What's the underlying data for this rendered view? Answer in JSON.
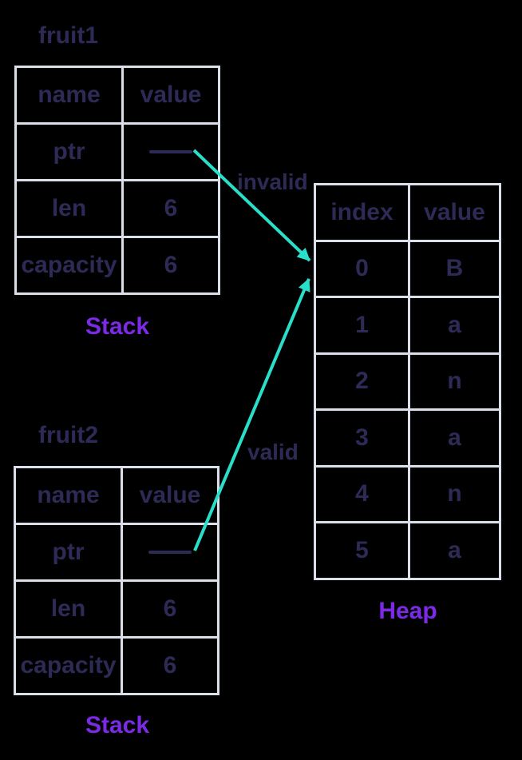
{
  "colors": {
    "background": "#000000",
    "text_navy": "#2d2a56",
    "label_purple": "#7c2ae8",
    "arrow_teal": "#29dfca",
    "table_border": "#dbdfe9"
  },
  "stack1": {
    "title": "fruit1",
    "headers": [
      "name",
      "value"
    ],
    "rows": [
      {
        "name": "ptr",
        "value_icon": "pointer-dash-icon"
      },
      {
        "name": "len",
        "value": "6"
      },
      {
        "name": "capacity",
        "value": "6"
      }
    ],
    "caption": "Stack"
  },
  "stack2": {
    "title": "fruit2",
    "headers": [
      "name",
      "value"
    ],
    "rows": [
      {
        "name": "ptr",
        "value_icon": "pointer-dash-icon"
      },
      {
        "name": "len",
        "value": "6"
      },
      {
        "name": "capacity",
        "value": "6"
      }
    ],
    "caption": "Stack"
  },
  "heap": {
    "headers": [
      "index",
      "value"
    ],
    "rows": [
      [
        "0",
        "B"
      ],
      [
        "1",
        "a"
      ],
      [
        "2",
        "n"
      ],
      [
        "3",
        "a"
      ],
      [
        "4",
        "n"
      ],
      [
        "5",
        "a"
      ]
    ],
    "caption": "Heap"
  },
  "arrows": [
    {
      "label": "invalid",
      "from": "fruit1.ptr",
      "to": "heap.row0"
    },
    {
      "label": "valid",
      "from": "fruit2.ptr",
      "to": "heap.row0"
    }
  ]
}
